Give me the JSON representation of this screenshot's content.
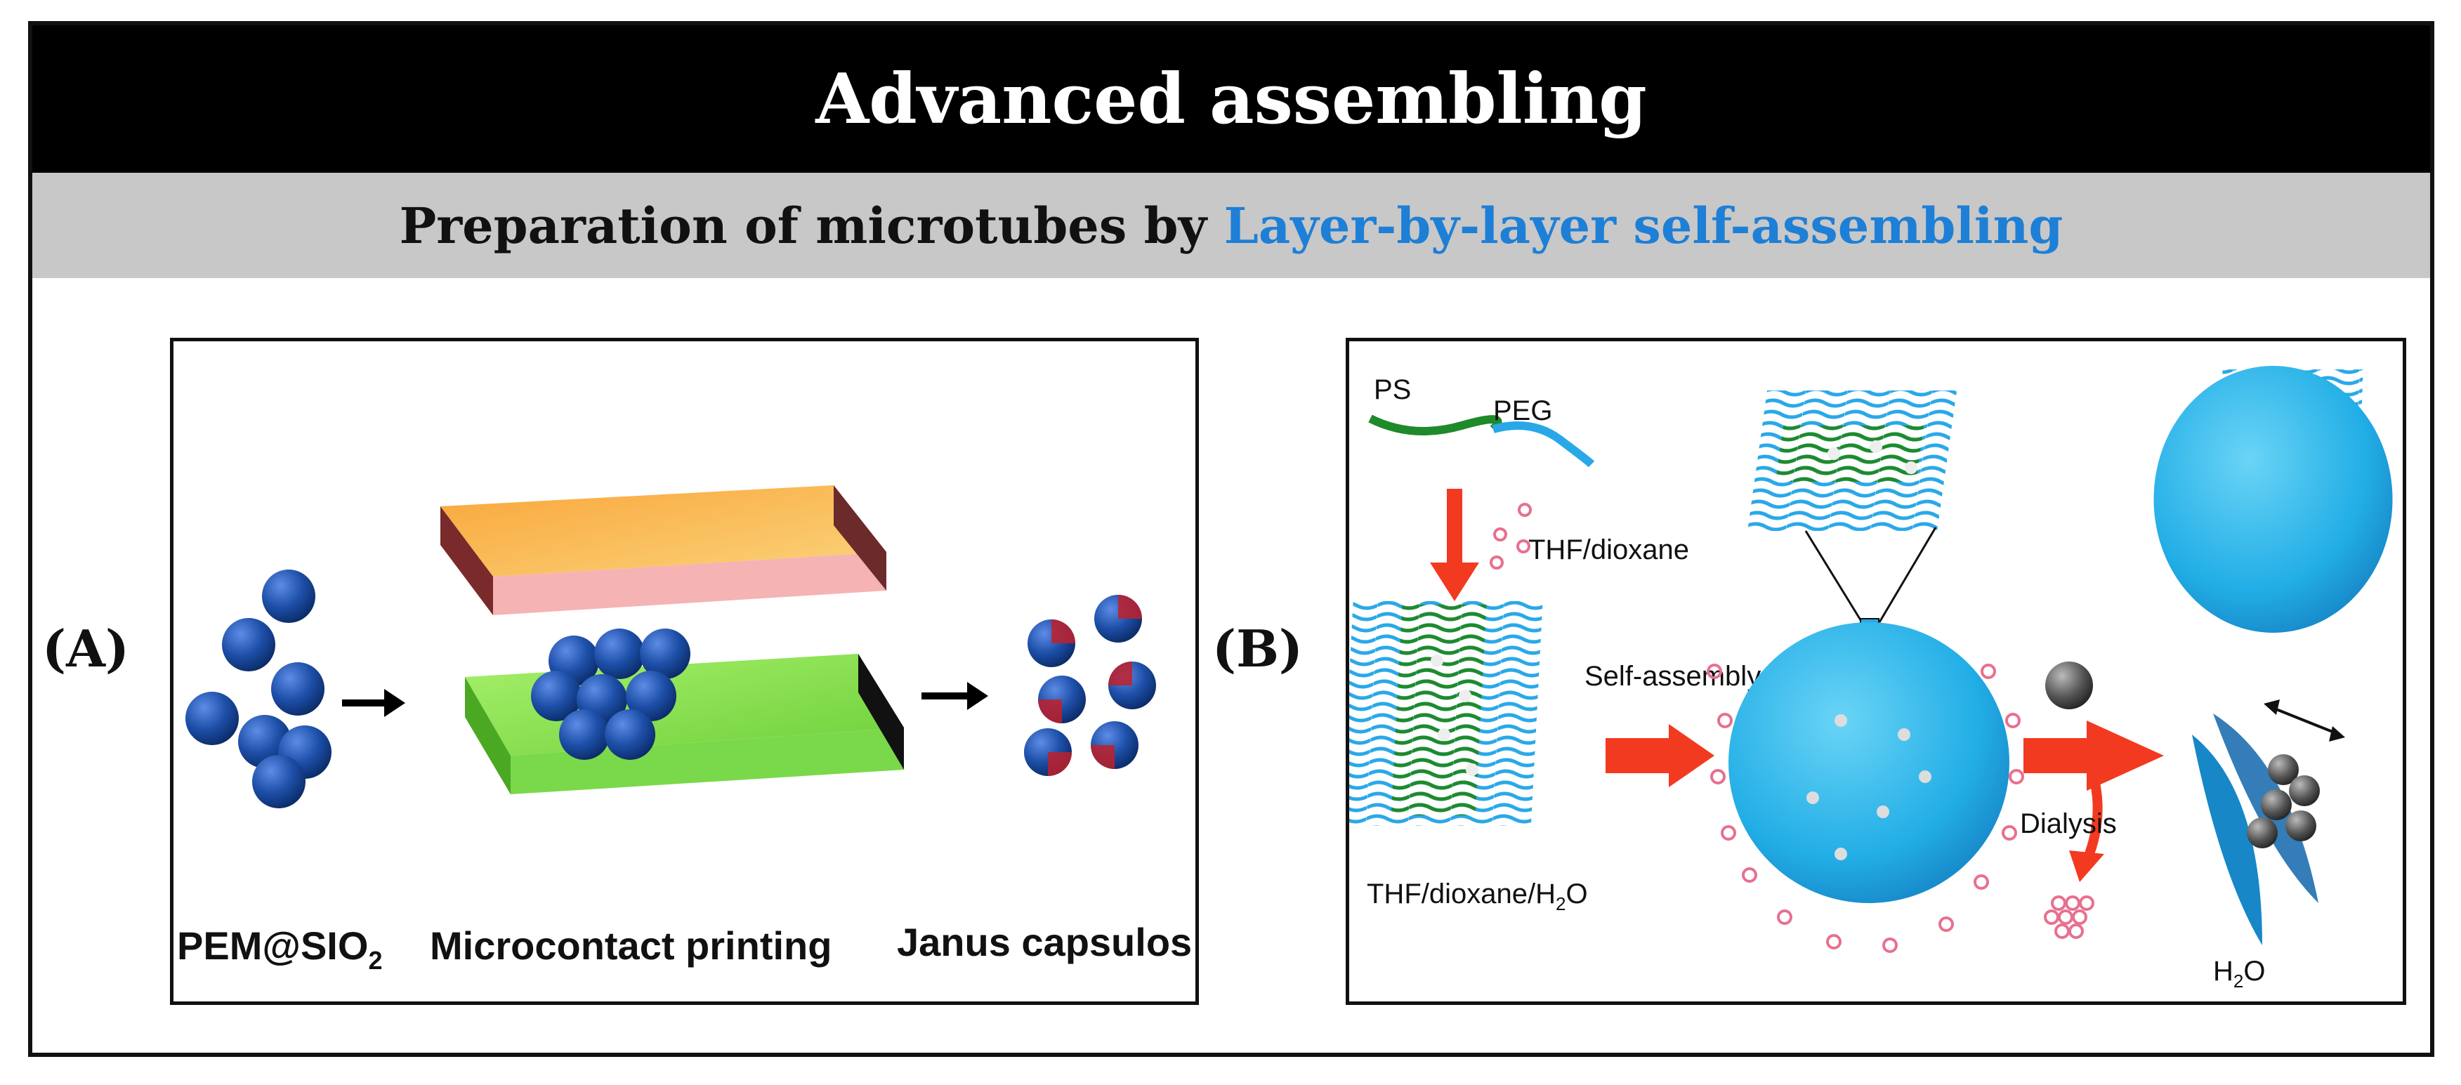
{
  "title": "Advanced assembling",
  "subtitle": {
    "prefix": "Preparation of microtubes by ",
    "highlight": "Layer-by-layer self-assembling"
  },
  "panel_a": {
    "label": "(A)",
    "captions": {
      "pem": "PEM@SIO",
      "pem_sub": "2",
      "printing": "Microcontact printing",
      "janus": "Janus capsulos"
    }
  },
  "panel_b": {
    "label": "(B)",
    "labels": {
      "ps": "PS",
      "peg": "PEG",
      "thf_dioxane": "THF/dioxane",
      "self_assembly": "Self-assembly",
      "thf_dioxane_h2o_prefix": "THF/dioxane/H",
      "thf_dioxane_h2o_sub": "2",
      "thf_dioxane_h2o_suffix": "O",
      "dialysis": "Dialysis",
      "h2o_prefix": "H",
      "h2o_sub": "2",
      "h2o_suffix": "O"
    }
  },
  "colors": {
    "title_bg": "#000000",
    "subtitle_bg": "#c8c8c8",
    "highlight": "#1e7fd6",
    "sphere_blue": "#1d4fa8",
    "plate_orange": "#f7b34a",
    "plate_green": "#8ee34f",
    "arrow_red": "#f23a20",
    "vesicle_blue": "#27b4e8",
    "polymer_green": "#1f8a2a"
  }
}
